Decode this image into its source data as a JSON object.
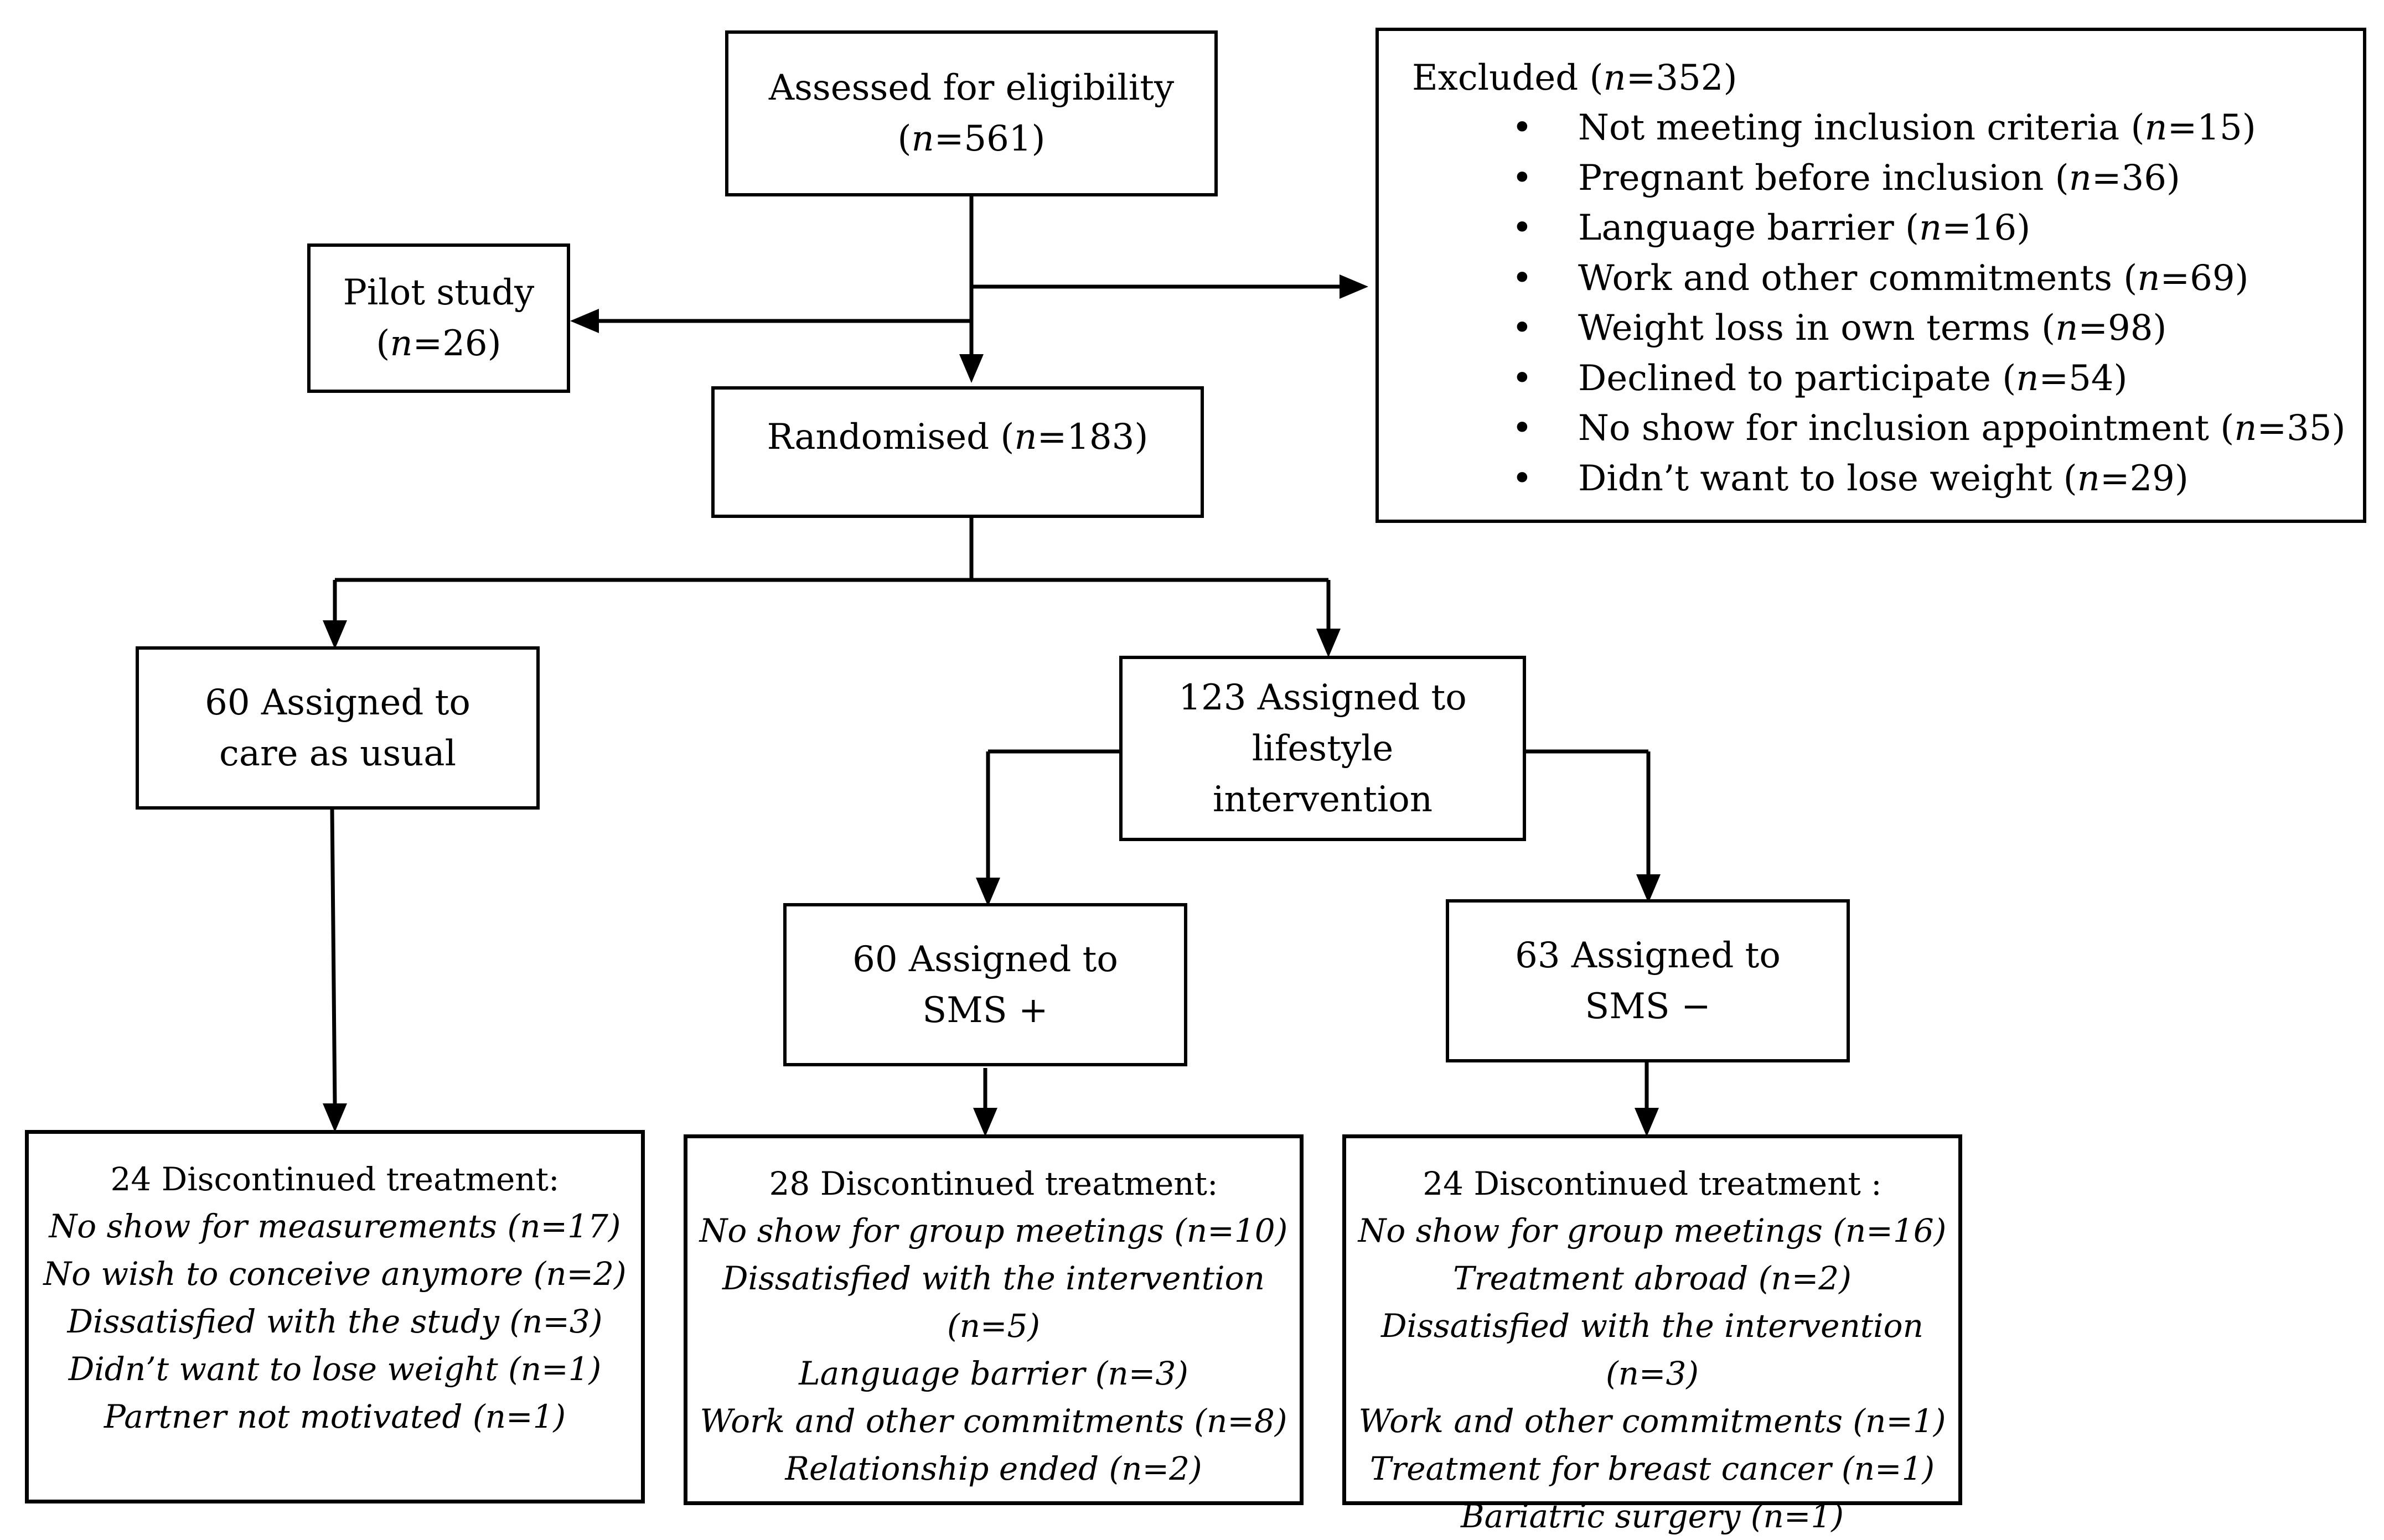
{
  "assessed": {
    "label": "Assessed for eligibility",
    "n": "561"
  },
  "pilot": {
    "label": "Pilot study",
    "n": "26"
  },
  "randomised": {
    "label": "Randomised (",
    "n": "183"
  },
  "excluded": {
    "label": "Excluded (",
    "n": "352",
    "reasons": [
      {
        "text": "Not meeting inclusion criteria (",
        "n": "15"
      },
      {
        "text": "Pregnant before inclusion (",
        "n": "36"
      },
      {
        "text": "Language barrier (",
        "n": "16"
      },
      {
        "text": "Work and other commitments (",
        "n": "69"
      },
      {
        "text": "Weight loss in own terms (",
        "n": "98"
      },
      {
        "text": "Declined to participate (",
        "n": "54"
      },
      {
        "text": "No show for inclusion appointment (",
        "n": "35"
      },
      {
        "text": "Didn’t want to lose weight (",
        "n": "29"
      }
    ]
  },
  "care": {
    "line1": "60 Assigned to",
    "line2": "care as usual"
  },
  "lifestyle": {
    "line1": "123 Assigned to",
    "line2": "lifestyle",
    "line3": "intervention"
  },
  "smsplus": {
    "line1": "60 Assigned to",
    "line2": "SMS +"
  },
  "smsminus": {
    "line1": "63 Assigned to",
    "line2": "SMS −"
  },
  "disc_care": {
    "title": "24 Discontinued treatment:",
    "items": [
      "No show for measurements (n=17)",
      "No wish to conceive anymore (n=2)",
      "Dissatisfied with the study (n=3)",
      "Didn’t want to lose weight (n=1)",
      "Partner not motivated (n=1)"
    ]
  },
  "disc_smsplus": {
    "title": "28 Discontinued treatment:",
    "items": [
      "No show for group meetings (n=10)",
      "Dissatisfied with the intervention (n=5)",
      "Language barrier (n=3)",
      "Work and other commitments (n=8)",
      "Relationship ended (n=2)"
    ]
  },
  "disc_smsminus": {
    "title": "24 Discontinued treatment :",
    "items": [
      "No show for group meetings (n=16)",
      "Treatment abroad (n=2)",
      "Dissatisfied with the intervention (n=3)",
      "Work and other commitments (n=1)",
      "Treatment for breast cancer (n=1)",
      "Bariatric surgery (n=1)"
    ]
  }
}
